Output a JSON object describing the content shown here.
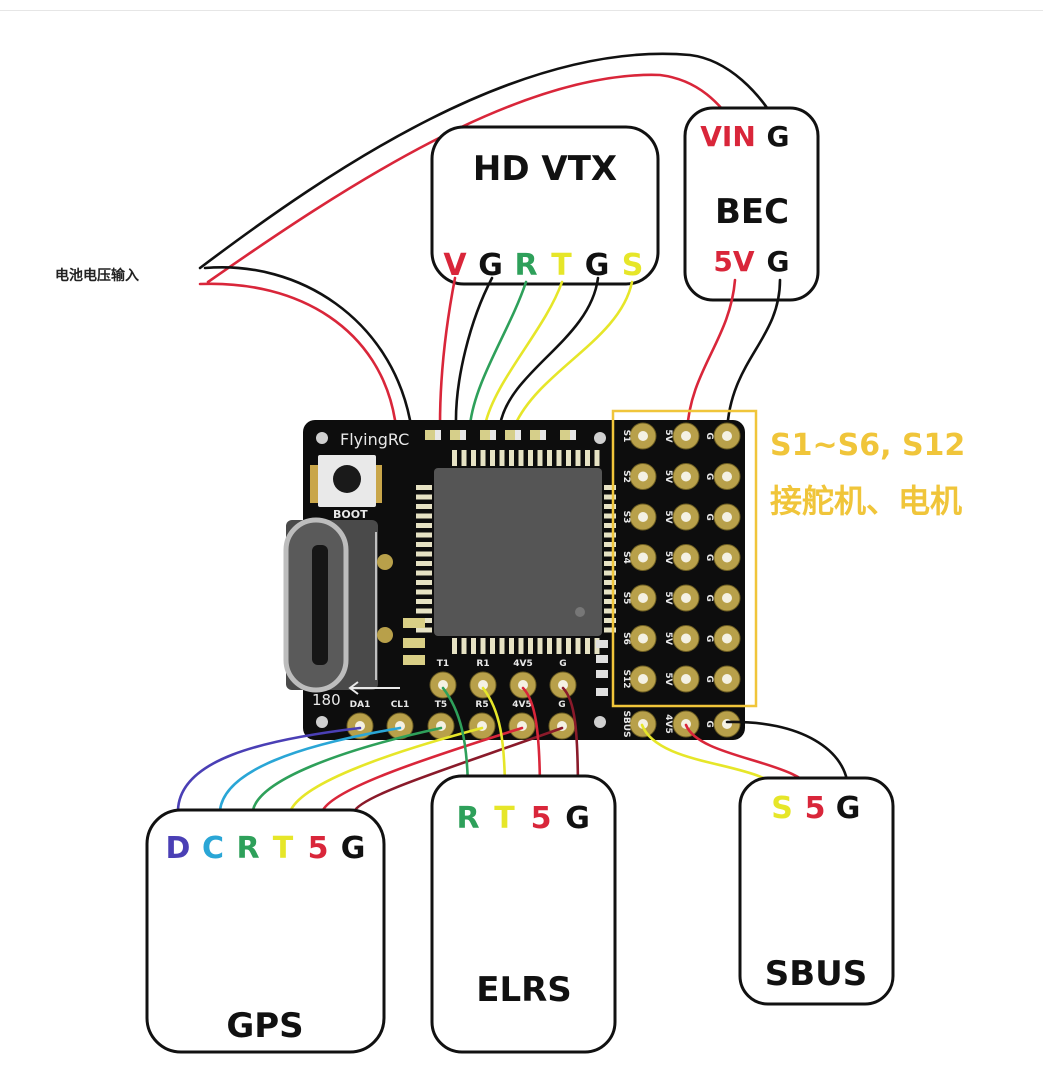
{
  "battery_input_label": "电池电压输入",
  "colors": {
    "red": "#d9263a",
    "black": "#111111",
    "green": "#2ea05a",
    "yellow": "#e6e629",
    "blue": "#4a3fb5",
    "cyan": "#2aa6d6",
    "dark_red": "#8a1a2a",
    "annotation_orange": "#f0c53a",
    "pcb": "#0d0d0d",
    "pad_gold": "#b8a04a"
  },
  "hd_vtx": {
    "title": "HD VTX",
    "pins": [
      {
        "label": "V",
        "color": "#d9263a"
      },
      {
        "label": "G",
        "color": "#111111"
      },
      {
        "label": "R",
        "color": "#2ea05a"
      },
      {
        "label": "T",
        "color": "#e6e629"
      },
      {
        "label": "G",
        "color": "#111111"
      },
      {
        "label": "S",
        "color": "#e6e629"
      }
    ]
  },
  "bec": {
    "title": "BEC",
    "top_pins": [
      {
        "label": "VIN",
        "color": "#d9263a"
      },
      {
        "label": "G",
        "color": "#111111"
      }
    ],
    "bottom_pins": [
      {
        "label": "5V",
        "color": "#d9263a"
      },
      {
        "label": "G",
        "color": "#111111"
      }
    ]
  },
  "flight_controller": {
    "brand": "FlyingRC",
    "boot_label": "BOOT",
    "rotation_label": "180",
    "left_pads_top_row": [
      "T1",
      "R1",
      "4V5",
      "G"
    ],
    "left_pads_bottom_row": [
      "DA1",
      "CL1",
      "T5",
      "R5",
      "4V5",
      "G"
    ],
    "servo_rows": [
      "S1",
      "S2",
      "S3",
      "S4",
      "S5",
      "S6",
      "S12"
    ],
    "servo_columns": [
      "S",
      "5V",
      "G"
    ],
    "sbus_row": [
      "SBUS",
      "4V5",
      "G"
    ]
  },
  "annotation": {
    "line1": "S1~S6, S12",
    "line2": "接舵机、电机"
  },
  "gps": {
    "title": "GPS",
    "pins": [
      {
        "label": "D",
        "color": "#4a3fb5"
      },
      {
        "label": "C",
        "color": "#2aa6d6"
      },
      {
        "label": "R",
        "color": "#2ea05a"
      },
      {
        "label": "T",
        "color": "#e6e629"
      },
      {
        "label": "5",
        "color": "#d9263a"
      },
      {
        "label": "G",
        "color": "#111111"
      }
    ]
  },
  "elrs": {
    "title": "ELRS",
    "pins": [
      {
        "label": "R",
        "color": "#2ea05a"
      },
      {
        "label": "T",
        "color": "#e6e629"
      },
      {
        "label": "5",
        "color": "#d9263a"
      },
      {
        "label": "G",
        "color": "#111111"
      }
    ]
  },
  "sbus": {
    "title": "SBUS",
    "pins": [
      {
        "label": "S",
        "color": "#e6e629"
      },
      {
        "label": "5",
        "color": "#d9263a"
      },
      {
        "label": "G",
        "color": "#111111"
      }
    ]
  }
}
